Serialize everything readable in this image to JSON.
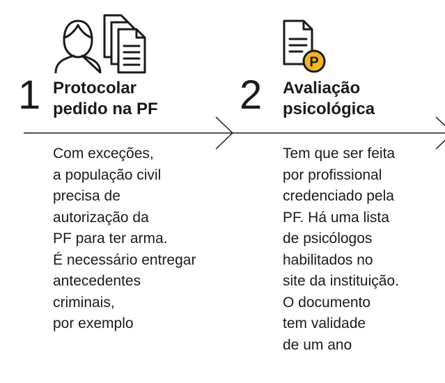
{
  "colors": {
    "ink": "#1a1a1a",
    "accent": "#f2b624",
    "background": "#ffffff"
  },
  "steps": [
    {
      "number": "1",
      "title": [
        "Protocolar",
        "pedido na PF"
      ],
      "icons": [
        "person-icon",
        "documents-stack-icon"
      ],
      "description": [
        "Com exceções,",
        "a população civil",
        "precisa de",
        "autorização da",
        "PF para ter arma.",
        "É necessário entregar",
        "antecedentes",
        "criminais,",
        "por exemplo"
      ]
    },
    {
      "number": "2",
      "title": [
        "Avaliação",
        "psicológica"
      ],
      "icons": [
        "document-p-badge-icon"
      ],
      "badge": "P",
      "description": [
        "Tem que ser feita",
        "por profissional",
        "credenciado pela",
        "PF. Há uma lista",
        "de psicólogos",
        "habilitados no",
        "site da instituição.",
        "O documento",
        "tem validade",
        "de um ano"
      ]
    }
  ]
}
